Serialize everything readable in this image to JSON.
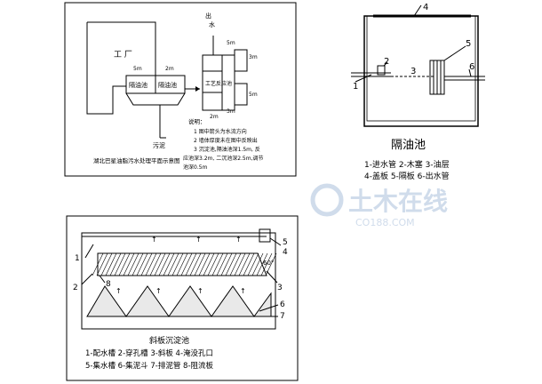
{
  "plan": {
    "factory": "工  厂",
    "mixing_tank": "隔油池",
    "neutral_pool": "隔油池",
    "outlet": "出\n水",
    "process": "工艺反应池",
    "sludge": "污泥",
    "dims": [
      "5m",
      "2m",
      "3m",
      "5m",
      "2m",
      "3m",
      "5m"
    ],
    "caption": "湖北巴星油脂污水处理平面示意图",
    "notes_title": "说明：",
    "notes": [
      "1 图中箭头为水流方向",
      "2 墙体厚度未在图中反映出",
      "3 沉淀池,隔油池深1.5m, 反",
      "应池深3.2m, 二沉池深2.5m,调节",
      "池深0.5m"
    ]
  },
  "oil_separator": {
    "title": "隔油池",
    "legend": [
      "1-进水管  2-木塞  3-油层",
      "4-盖板  5-隔板  6-出水管"
    ],
    "labels": [
      "1",
      "2",
      "3",
      "4",
      "5",
      "6"
    ]
  },
  "settling_tank": {
    "title": "斜板沉淀池",
    "angle": "60°",
    "legend": [
      "1-配水槽  2-穿孔槽  3-斜板  4-淹没孔口",
      "5-集水槽  6-集泥斗  7-排泥管  8-阻流板"
    ],
    "labels": [
      "1",
      "2",
      "3",
      "4",
      "5",
      "6",
      "7",
      "8"
    ]
  },
  "watermark": {
    "main": "土木在线",
    "sub": "CO188.COM"
  }
}
